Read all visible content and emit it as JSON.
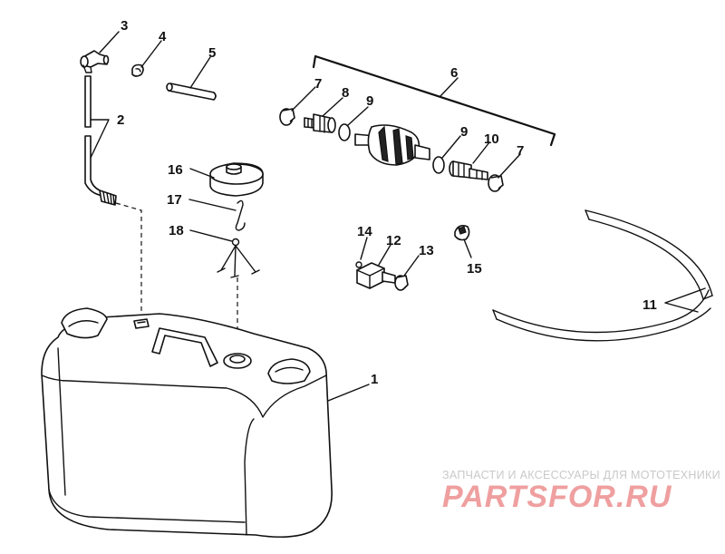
{
  "callouts": {
    "c1": "1",
    "c2": "2",
    "c3": "3",
    "c4": "4",
    "c5": "5",
    "c6": "6",
    "c7a": "7",
    "c7b": "7",
    "c8": "8",
    "c9a": "9",
    "c9b": "9",
    "c10": "10",
    "c11": "11",
    "c12": "12",
    "c13": "13",
    "c14": "14",
    "c15": "15",
    "c16": "16",
    "c17": "17",
    "c18": "18"
  },
  "watermark": {
    "tagline": "ЗАПЧАСТИ И АКСЕССУАРЫ ДЛЯ МОТОТЕХНИКИ",
    "logo_lettering": "PARTSFOR.RU"
  },
  "colors": {
    "line": "#111111",
    "watermark_text": "#c9c9c9",
    "watermark_logo": "#ef9f9f"
  }
}
